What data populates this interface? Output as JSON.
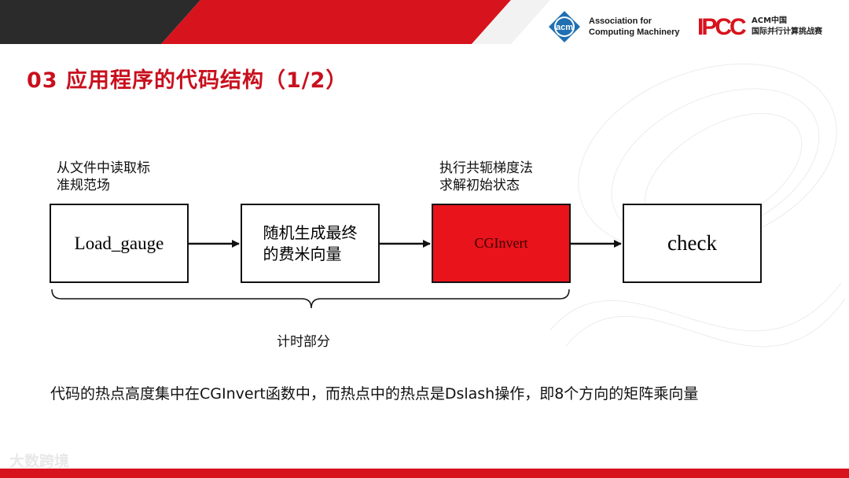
{
  "header": {
    "acm_logo_text": "acm",
    "acm_line1": "Association for",
    "acm_line2": "Computing Machinery",
    "ipcc_logo_text": "IPCC",
    "ipcc_line1": "ACM中国",
    "ipcc_line2": "国际并行计算挑战赛"
  },
  "title": "03 应用程序的代码结构（1/2）",
  "flow": {
    "captions": {
      "load_caption": "从文件中读取标\n准规范场",
      "cg_caption": "执行共轭梯度法\n求解初始状态"
    },
    "boxes": {
      "load_gauge": "Load_gauge",
      "random_gen": "随机生成最终\n的费米向量",
      "cginvert": "CGInvert",
      "check": "check"
    },
    "highlight_color": "#e8131b",
    "brace_label": "计时部分"
  },
  "note": "代码的热点高度集中在CGInvert函数中，而热点中的热点是Dslash操作，即8个方向的矩阵乘向量",
  "watermark": "大数跨境",
  "colors": {
    "brand_red": "#d7131d",
    "dark_band": "#2b2b2b"
  }
}
